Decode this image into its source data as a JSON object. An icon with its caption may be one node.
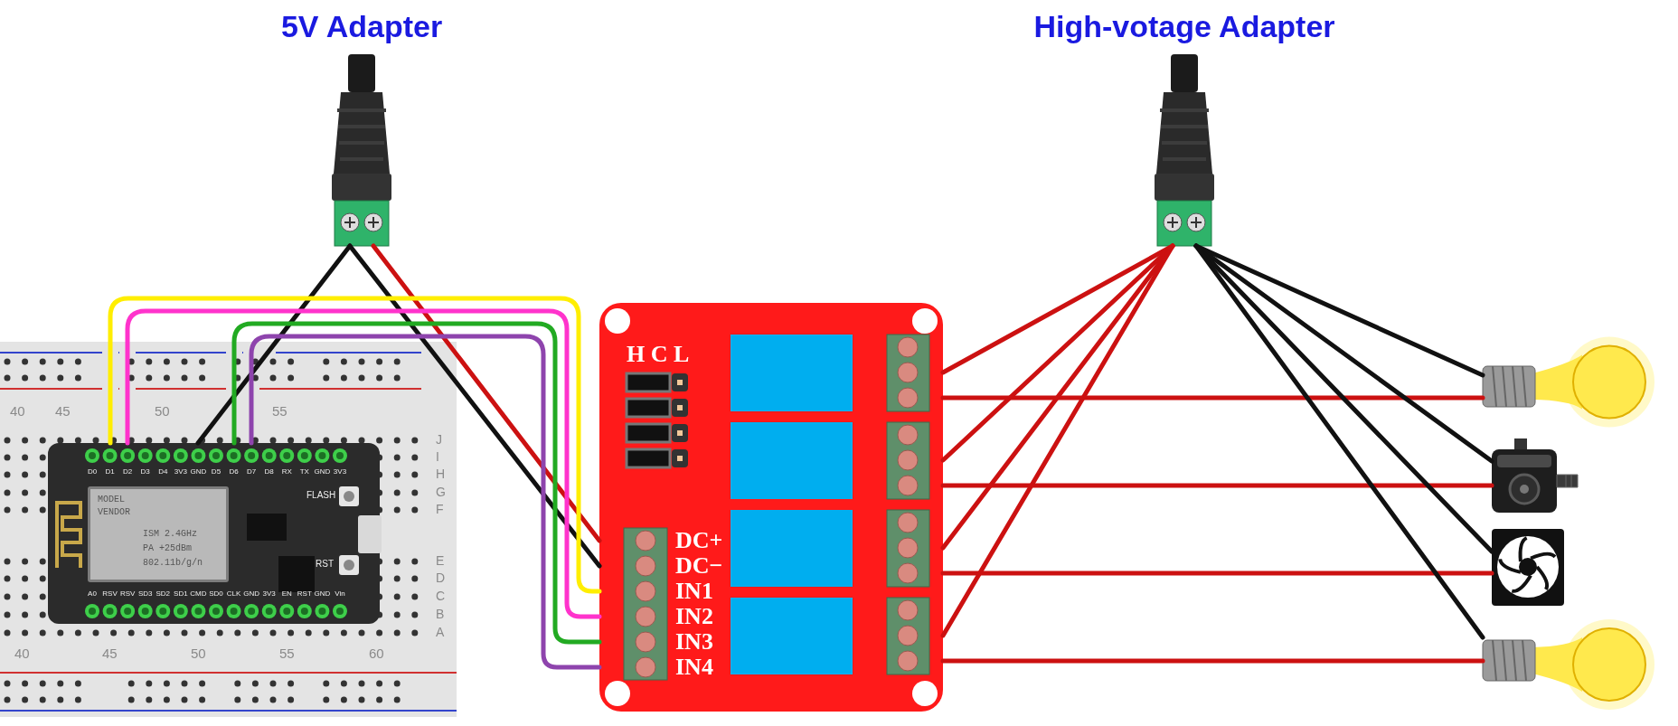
{
  "diagram": {
    "nodes": [
      {
        "text": [
          "5V Adapter"
        ]
      },
      {
        "text": [
          "High-votage Adapter"
        ]
      },
      {
        "text": [
          "40",
          "45",
          "50",
          "55",
          "40",
          "45",
          "50",
          "55",
          "60",
          "J",
          "I",
          "H",
          "G",
          "F",
          "E",
          "D",
          "C",
          "B",
          "A"
        ]
      },
      {
        "text": [
          "D0",
          "D1",
          "D2",
          "D3",
          "D4",
          "3V3",
          "GND",
          "D5",
          "D6",
          "D7",
          "D8",
          "RX",
          "TX",
          "GND",
          "3V3",
          "A0",
          "RSV",
          "RSV",
          "SD3",
          "SD2",
          "SD1",
          "CMD",
          "SD0",
          "CLK",
          "GND",
          "3V3",
          "EN",
          "RST",
          "GND",
          "Vin",
          "FLASH",
          "RST",
          "MODEL",
          "VENDOR",
          "ISM 2.4GHz",
          "PA +25dBm",
          "802.11b/g/n"
        ],
        "in": 2
      },
      {
        "text": [
          "H C L",
          "DC+",
          "DC−",
          "IN1",
          "IN2",
          "IN3",
          "IN4"
        ]
      },
      {
        "text": [],
        "shape": "box",
        "in": 4
      },
      {
        "text": [],
        "shape": "box",
        "in": 4
      },
      {
        "text": [],
        "shape": "box",
        "in": 4
      },
      {
        "text": [],
        "shape": "box",
        "in": 4
      },
      {
        "text": [],
        "shape": "picture"
      },
      {
        "text": [],
        "shape": "picture"
      },
      {
        "text": [],
        "shape": "picture"
      },
      {
        "text": [],
        "shape": "picture"
      }
    ],
    "edges": [
      {
        "from": 0,
        "to": 4,
        "arrow": "none"
      },
      {
        "from": 0,
        "to": 4,
        "arrow": "none",
        "color": "#111111"
      },
      {
        "from": 0,
        "to": 3,
        "arrow": "none",
        "color": "#111111"
      },
      {
        "from": 3,
        "to": 4,
        "arrow": "none",
        "color": "#ffee00"
      },
      {
        "from": 3,
        "to": 4,
        "arrow": "none",
        "color": "#ff33cc"
      },
      {
        "from": 3,
        "to": 4,
        "arrow": "none",
        "color": "#22aa22"
      },
      {
        "from": 3,
        "to": 4,
        "arrow": "none",
        "color": "#8e44ad"
      },
      {
        "from": 1,
        "to": 4,
        "arrow": "none"
      },
      {
        "from": 1,
        "to": 4,
        "arrow": "none"
      },
      {
        "from": 1,
        "to": 4,
        "arrow": "none"
      },
      {
        "from": 1,
        "to": 4,
        "arrow": "none"
      },
      {
        "from": 4,
        "to": 9,
        "arrow": "none"
      },
      {
        "from": 4,
        "to": 10,
        "arrow": "none"
      },
      {
        "from": 4,
        "to": 11,
        "arrow": "none"
      },
      {
        "from": 4,
        "to": 12,
        "arrow": "none"
      },
      {
        "from": 1,
        "to": 9,
        "arrow": "none",
        "color": "#111111"
      },
      {
        "from": 1,
        "to": 10,
        "arrow": "none",
        "color": "#111111"
      },
      {
        "from": 1,
        "to": 11,
        "arrow": "none",
        "color": "#111111"
      },
      {
        "from": 1,
        "to": 12,
        "arrow": "none",
        "color": "#111111"
      }
    ]
  }
}
